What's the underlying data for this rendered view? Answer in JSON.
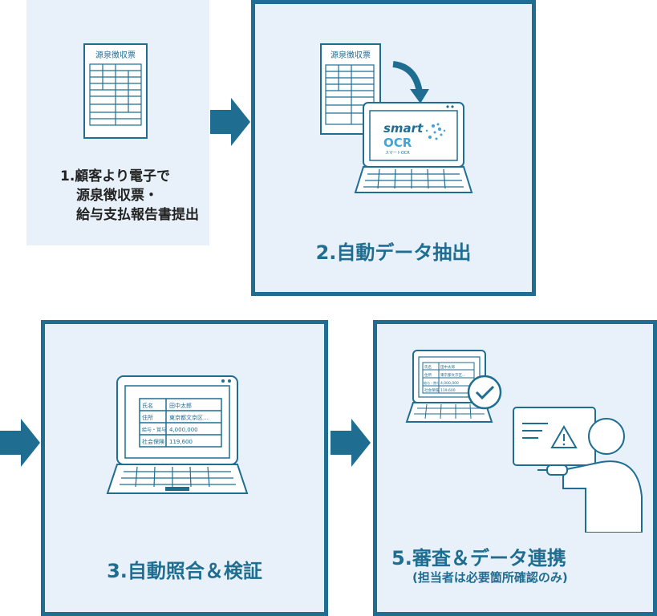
{
  "step1": {
    "lines": [
      "1.顧客より電子で",
      "源泉徴収票・",
      "給与支払報告書提出"
    ],
    "doc_title": "源泉徴収票"
  },
  "step2": {
    "label": "2.自動データ抽出",
    "doc_title": "源泉徴収票",
    "logo_top": "smart",
    "logo_bottom": "OCR",
    "logo_sub": "スマートOCR"
  },
  "step3": {
    "label": "3.自動照合＆検証",
    "table": [
      [
        "氏名",
        "田中太郎"
      ],
      [
        "住所",
        "東京都文京区…"
      ],
      [
        "給与・賞与",
        "4,000,000"
      ],
      [
        "社会保険",
        "119,600"
      ]
    ]
  },
  "step5": {
    "label": "5.審査＆データ連携",
    "sub": "(担当者は必要箇所確認のみ)",
    "table": [
      [
        "氏名",
        "田中太郎"
      ],
      [
        "住所",
        "東京都文京区…"
      ],
      [
        "給与・賞与",
        "4,000,000"
      ],
      [
        "社会保険",
        "119,600"
      ]
    ]
  },
  "colors": {
    "accent": "#1f6e92",
    "panel_bg": "#e8f1fa",
    "ocr_dots": "#3fa4d8"
  }
}
